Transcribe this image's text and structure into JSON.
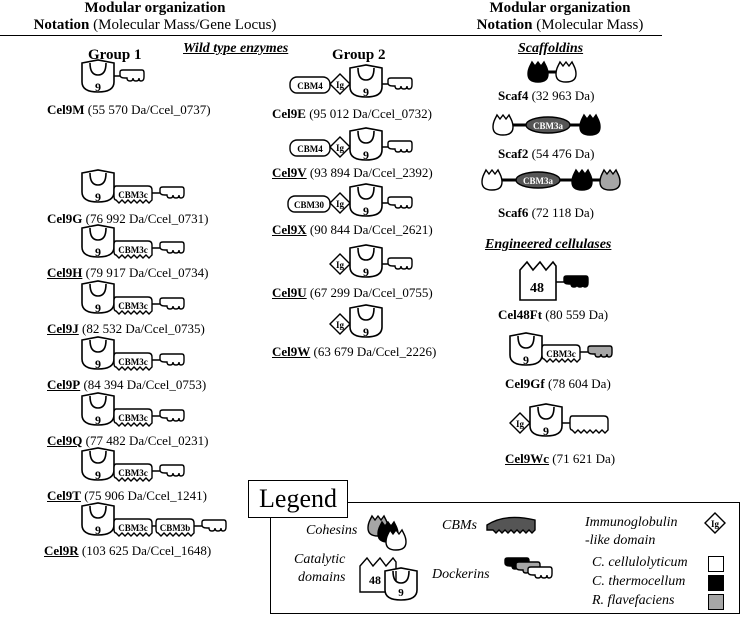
{
  "header": {
    "left": {
      "line1": "Modular organization",
      "line2_bold": "Notation",
      "line2_rest": " (Molecular Mass/Gene Locus)"
    },
    "right": {
      "line1": "Modular organization",
      "line2_bold": "Notation",
      "line2_rest": " (Molecular Mass)"
    }
  },
  "sections": {
    "wild_type": "Wild type enzymes",
    "scaffoldins": "Scaffoldins",
    "engineered": "Engineered cellulases"
  },
  "groups": {
    "g1": "Group 1",
    "g2": "Group 2"
  },
  "module_labels": {
    "cat9": "9",
    "cat48": "48",
    "cbm3c": "CBM3c",
    "cbm3b": "CBM3b",
    "cbm3a": "CBM3a",
    "cbm4": "CBM4",
    "cbm30": "CBM30",
    "ig": "Ig"
  },
  "group1": [
    {
      "name": "Cel9M",
      "rest": " (55 570 Da/Ccel_0737)"
    },
    {
      "name": "Cel9G",
      "rest": " (76 992 Da/Ccel_0731)"
    },
    {
      "name": "Cel9H",
      "rest": " (79 917 Da/Ccel_0734)"
    },
    {
      "name": "Cel9J",
      "rest": " (82 532 Da/Ccel_0735)"
    },
    {
      "name": "Cel9P",
      "rest": " (84 394 Da/Ccel_0753)"
    },
    {
      "name": "Cel9Q",
      "rest": " (77 482 Da/Ccel_0231)"
    },
    {
      "name": "Cel9T",
      "rest": " (75 906 Da/Ccel_1241)"
    },
    {
      "name": "Cel9R",
      "rest": " (103 625 Da/Ccel_1648)"
    }
  ],
  "group2": [
    {
      "name": "Cel9E",
      "rest": " (95 012 Da/Ccel_0732)"
    },
    {
      "name": "Cel9V",
      "rest": " (93 894 Da/Ccel_2392)"
    },
    {
      "name": "Cel9X",
      "rest": " (90 844 Da/Ccel_2621)"
    },
    {
      "name": "Cel9U",
      "rest": " (67 299 Da/Ccel_0755)"
    },
    {
      "name": "Cel9W",
      "rest": " (63 679 Da/Ccel_2226)"
    }
  ],
  "scaffoldins": [
    {
      "name": "Scaf4",
      "rest": " (32 963 Da)"
    },
    {
      "name": "Scaf2",
      "rest": " (54 476 Da)"
    },
    {
      "name": "Scaf6",
      "rest": " (72 118 Da)"
    }
  ],
  "engineered": [
    {
      "name": "Cel48Ft",
      "rest": " (80 559 Da)"
    },
    {
      "name": "Cel9Gf",
      "rest": " (78 604 Da)"
    },
    {
      "name": "Cel9Wc",
      "rest": " (71 621 Da)"
    }
  ],
  "legend": {
    "title": "Legend",
    "cohesins": "Cohesins",
    "cbms": "CBMs",
    "ig_line1": "Immunoglobulin",
    "ig_line2": "-like domain",
    "catalytic_line1": "Catalytic",
    "catalytic_line2": "domains",
    "dockerins": "Dockerins",
    "organisms": [
      "C. cellulolyticum",
      "C. thermocellum",
      "R. flavefaciens"
    ]
  },
  "colors": {
    "cellulolyticum": "#ffffff",
    "thermocellum": "#000000",
    "flavefaciens": "#a6a6a6",
    "cbm3a_fill": "#555555",
    "line": "#000000"
  }
}
